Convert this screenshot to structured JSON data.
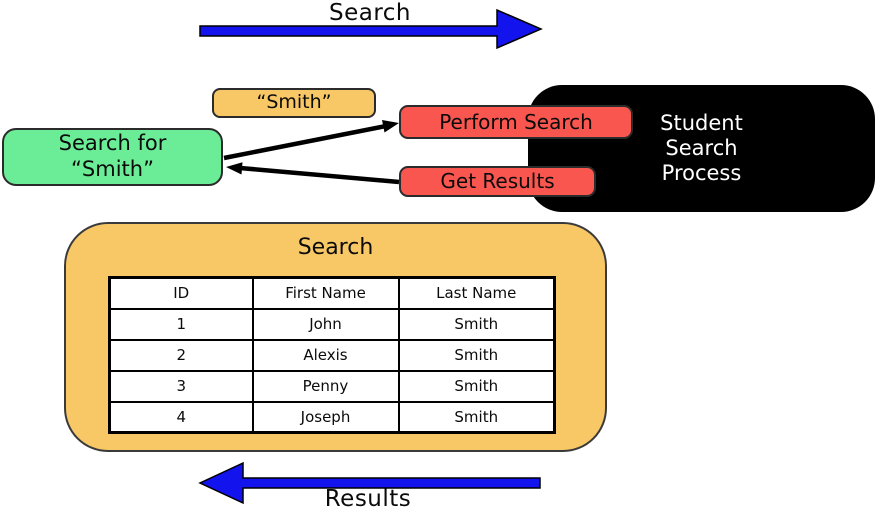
{
  "colors": {
    "blue": "#1313EE",
    "green": "#6BEC97",
    "orange": "#F8C766",
    "red": "#F8564F",
    "process_bg": "#000000"
  },
  "top_flow": {
    "label": "Search"
  },
  "bottom_flow": {
    "label": "Results"
  },
  "nodes": {
    "query": {
      "line1": "Search for",
      "line2": "“Smith”"
    },
    "smith_tag": {
      "label": "“Smith”"
    },
    "perform_search": {
      "label": "Perform Search"
    },
    "get_results": {
      "label": "Get Results"
    },
    "process": {
      "line1": "Student",
      "line2": "Search",
      "line3": "Process"
    }
  },
  "results_panel": {
    "title": "Search",
    "table": {
      "headers": [
        "ID",
        "First Name",
        "Last Name"
      ],
      "rows": [
        [
          "1",
          "John",
          "Smith"
        ],
        [
          "2",
          "Alexis",
          "Smith"
        ],
        [
          "3",
          "Penny",
          "Smith"
        ],
        [
          "4",
          "Joseph",
          "Smith"
        ]
      ]
    }
  }
}
